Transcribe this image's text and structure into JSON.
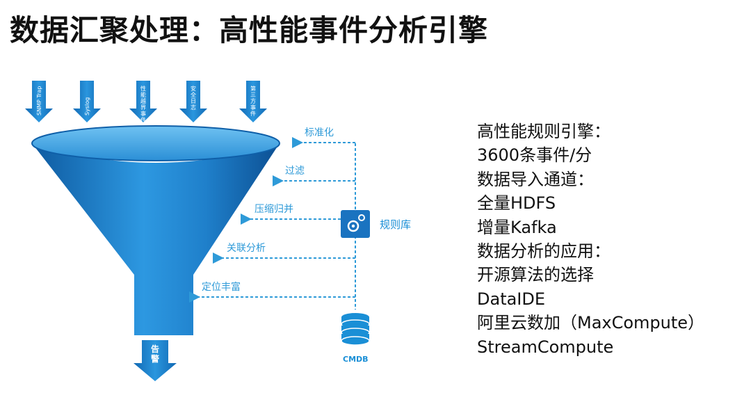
{
  "title": "数据汇聚处理：高性能事件分析引擎",
  "inputs": [
    {
      "label": "SNMP Trap",
      "orientation": "rotated"
    },
    {
      "label": "Syslog",
      "orientation": "rotated"
    },
    {
      "label": "性能越界事件",
      "orientation": "vertical"
    },
    {
      "label": "安全日志",
      "orientation": "vertical"
    },
    {
      "label": "第三方事件",
      "orientation": "vertical"
    }
  ],
  "stages": [
    "标准化",
    "过滤",
    "压缩归并",
    "关联分析",
    "定位丰富"
  ],
  "rules_library": {
    "label": "规则库",
    "icon": "gears-icon"
  },
  "cmdb": {
    "label": "CMDB",
    "icon": "database-icon"
  },
  "output": {
    "label": "告警"
  },
  "info": [
    {
      "text": "高性能规则引擎：",
      "bold": false
    },
    {
      "text": " 3600条事件/分",
      "bold": false
    },
    {
      "text": "数据导入通道：",
      "bold": false
    },
    {
      "text": "全量HDFS",
      "bold": false
    },
    {
      "text": "增量Kafka",
      "bold": false
    },
    {
      "text": "数据分析的应用：",
      "bold": false
    },
    {
      "text": "开源算法的选择",
      "bold": false
    },
    {
      "text": "DataIDE",
      "bold": false
    },
    {
      "text": "阿里云数加（MaxCompute）",
      "bold": false
    },
    {
      "text": "StreamCompute",
      "bold": false
    }
  ],
  "colors": {
    "funnel_dark": "#0f5fa8",
    "funnel_light": "#2c97e0",
    "accent": "#1a8fd6",
    "stage_text": "#2e9ad8"
  }
}
